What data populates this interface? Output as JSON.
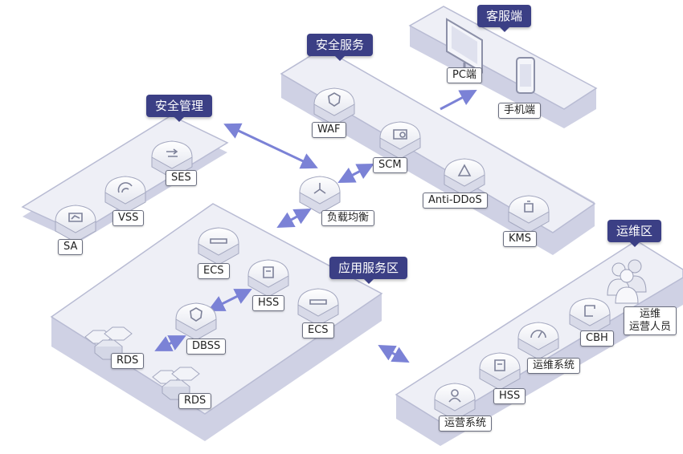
{
  "zones": {
    "security_management": "安全管理",
    "security_services": "安全服务",
    "client": "客服端",
    "application": "应用服务区",
    "operations": "运维区"
  },
  "nodes": {
    "ses": "SES",
    "vss": "VSS",
    "sa": "SA",
    "waf": "WAF",
    "scm": "SCM",
    "anti_ddos": "Anti-DDoS",
    "kms": "KMS",
    "pc": "PC端",
    "mobile": "手机端",
    "lb": "负载均衡",
    "ecs_top": "ECS",
    "hss_app": "HSS",
    "ecs_mid": "ECS",
    "dbss": "DBSS",
    "rds_1": "RDS",
    "rds_2": "RDS",
    "ops_staff_line1": "运维",
    "ops_staff_line2": "运营人员",
    "cbh": "CBH",
    "ops_system": "运维系统",
    "hss_ops": "HSS",
    "operating_system": "运营系统"
  },
  "colors": {
    "title_bg": "#3b3f85",
    "arrow": "#7b82d6",
    "platform_top": "#eeeff6",
    "platform_side": "#cfd1e4"
  }
}
